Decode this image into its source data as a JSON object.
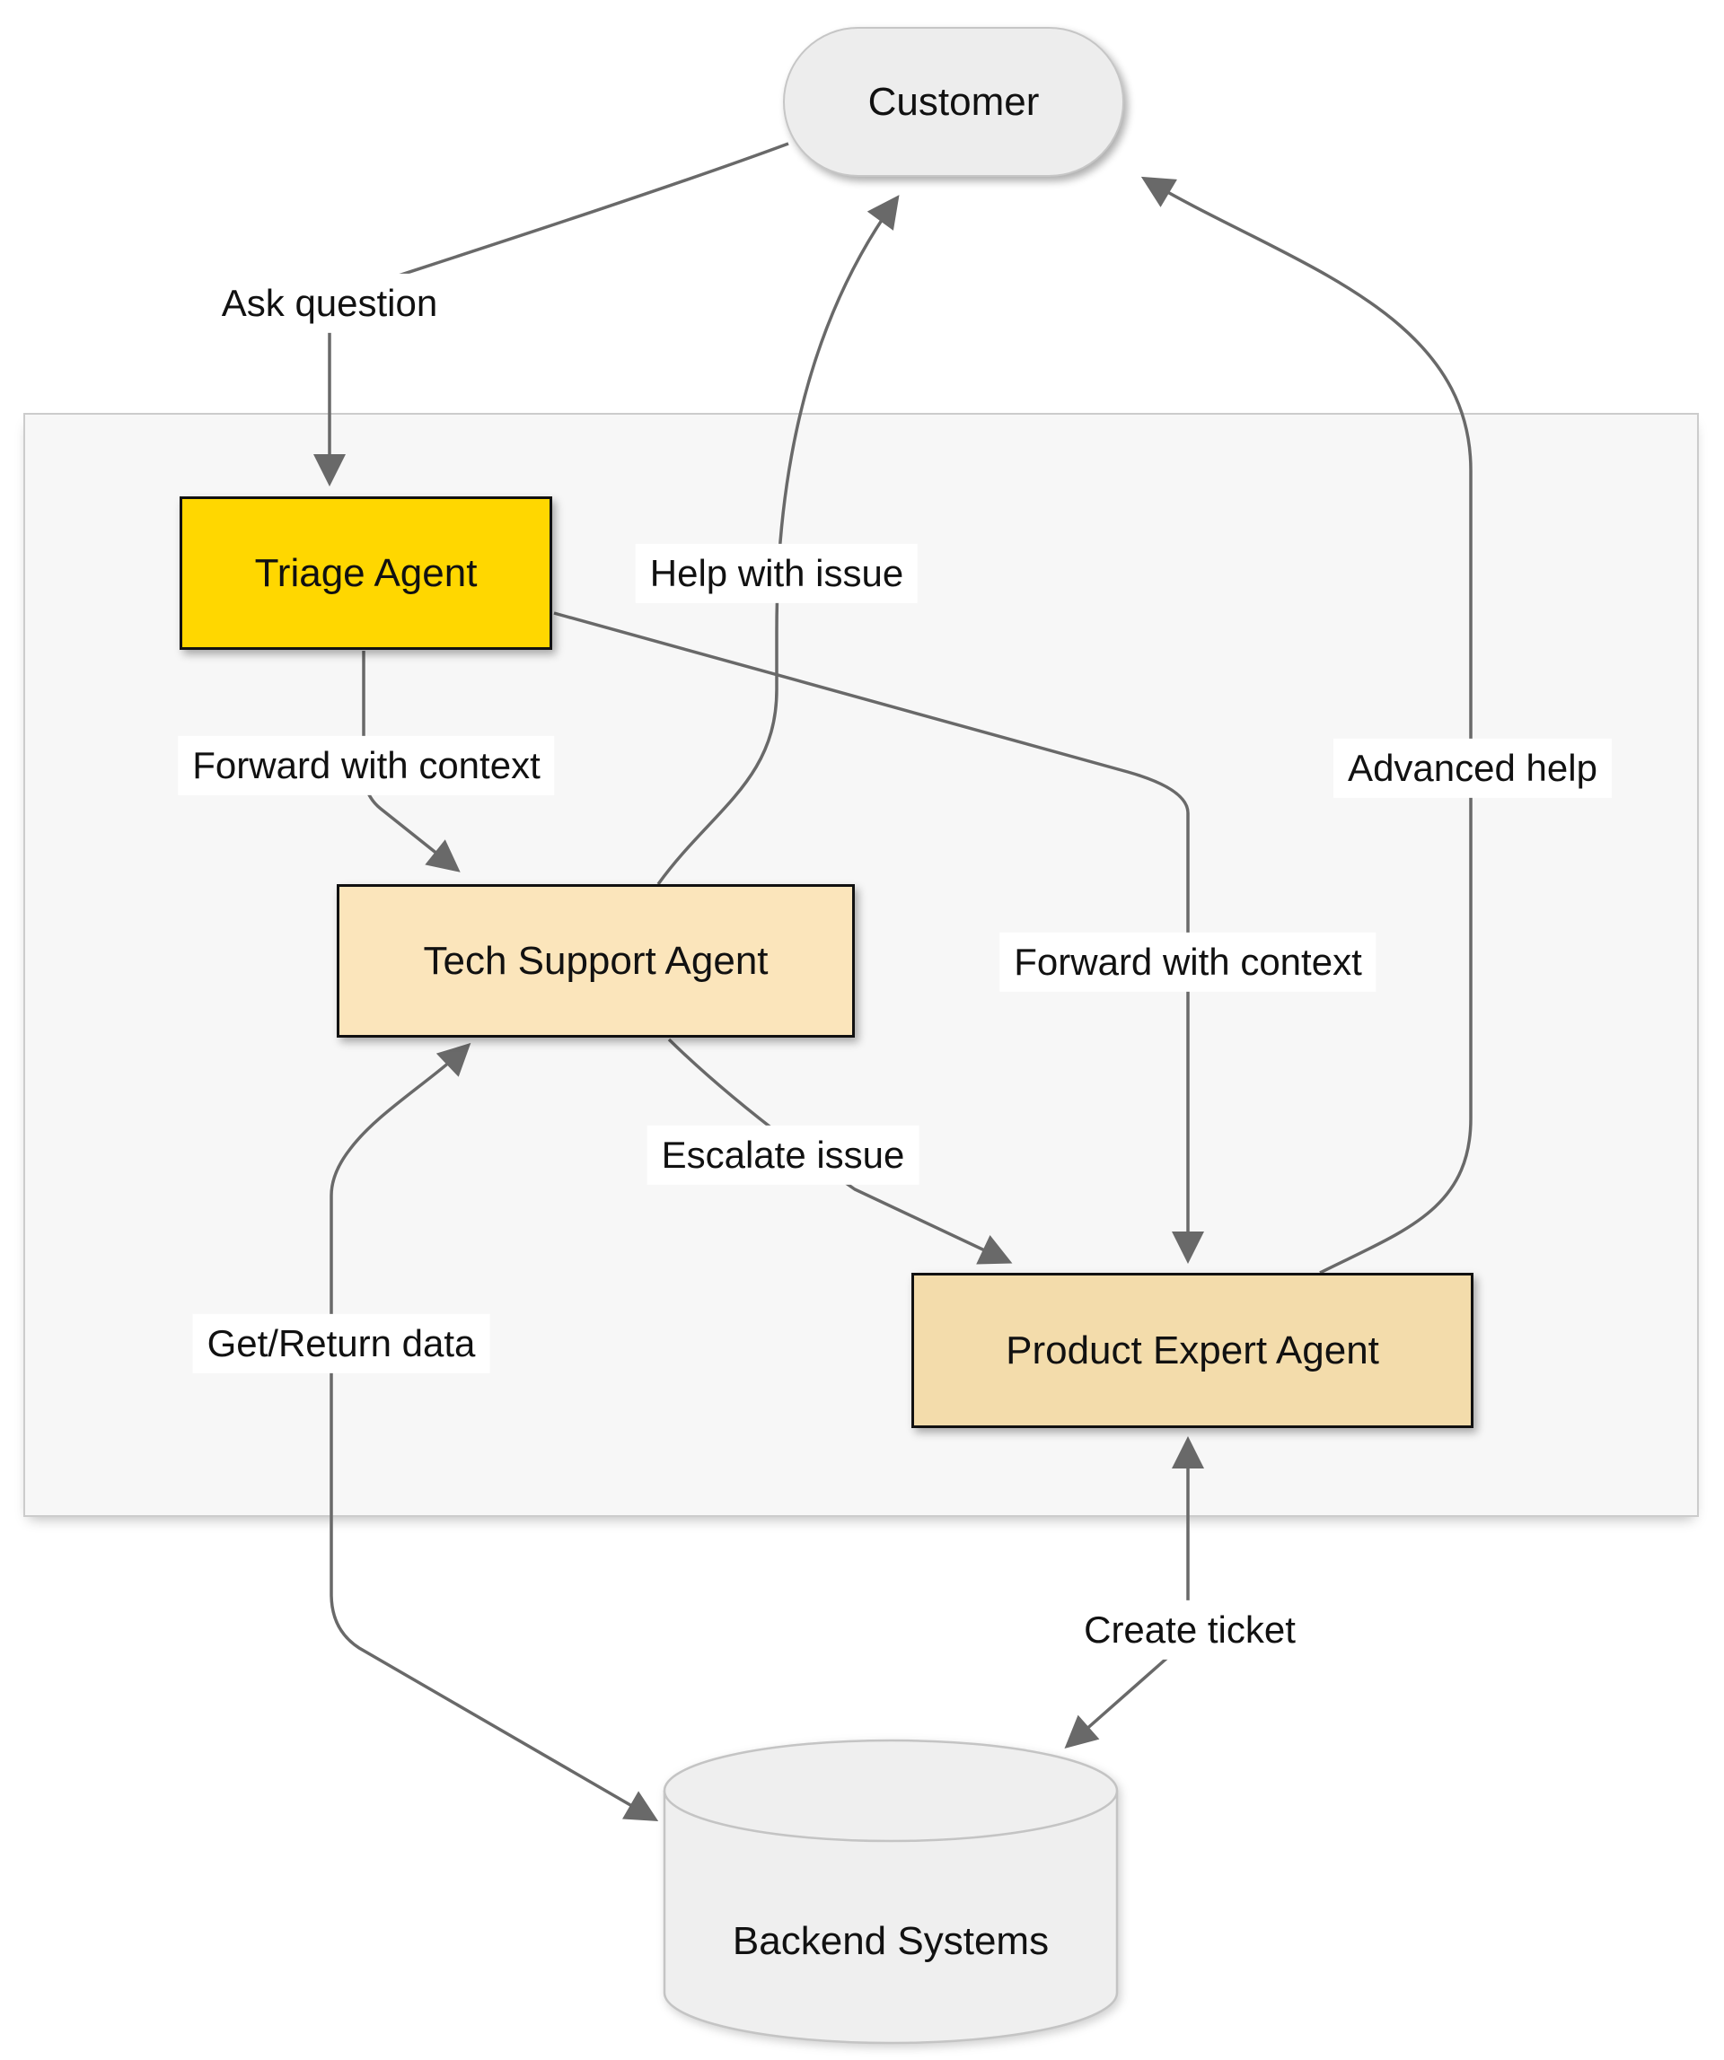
{
  "diagram": {
    "type": "flowchart",
    "nodes": [
      {
        "id": "customer",
        "label": "Customer",
        "shape": "stadium",
        "fill": "#EDEDED",
        "border": "#C6C6C6"
      },
      {
        "id": "triage",
        "label": "Triage Agent",
        "shape": "rect",
        "fill": "#FFD700",
        "border": "#111111"
      },
      {
        "id": "tech_support",
        "label": "Tech Support Agent",
        "shape": "rect",
        "fill": "#FBE5BB",
        "border": "#111111"
      },
      {
        "id": "product_expert",
        "label": "Product Expert Agent",
        "shape": "rect",
        "fill": "#F3DCAB",
        "border": "#111111"
      },
      {
        "id": "backend",
        "label": "Backend Systems",
        "shape": "cylinder",
        "fill": "#EFEFEF",
        "border": "#C4C4C4"
      }
    ],
    "edges": [
      {
        "from": "customer",
        "to": "triage",
        "label": "Ask question",
        "arrows": "end"
      },
      {
        "from": "triage",
        "to": "tech_support",
        "label": "Forward with context",
        "arrows": "end"
      },
      {
        "from": "triage",
        "to": "product_expert",
        "label": "Forward with context",
        "arrows": "end"
      },
      {
        "from": "tech_support",
        "to": "customer",
        "label": "Help with issue",
        "arrows": "end"
      },
      {
        "from": "product_expert",
        "to": "customer",
        "label": "Advanced help",
        "arrows": "end"
      },
      {
        "from": "tech_support",
        "to": "product_expert",
        "label": "Escalate issue",
        "arrows": "end"
      },
      {
        "from": "tech_support",
        "to": "backend",
        "label": "Get/Return data",
        "arrows": "both"
      },
      {
        "from": "product_expert",
        "to": "backend",
        "label": "Create ticket",
        "arrows": "both"
      }
    ],
    "colors": {
      "edge": "#696969",
      "label_bg": "#FFFFFF",
      "container_fill": "#F7F7F7",
      "container_border": "#CCCCCC",
      "text": "#111111"
    }
  }
}
